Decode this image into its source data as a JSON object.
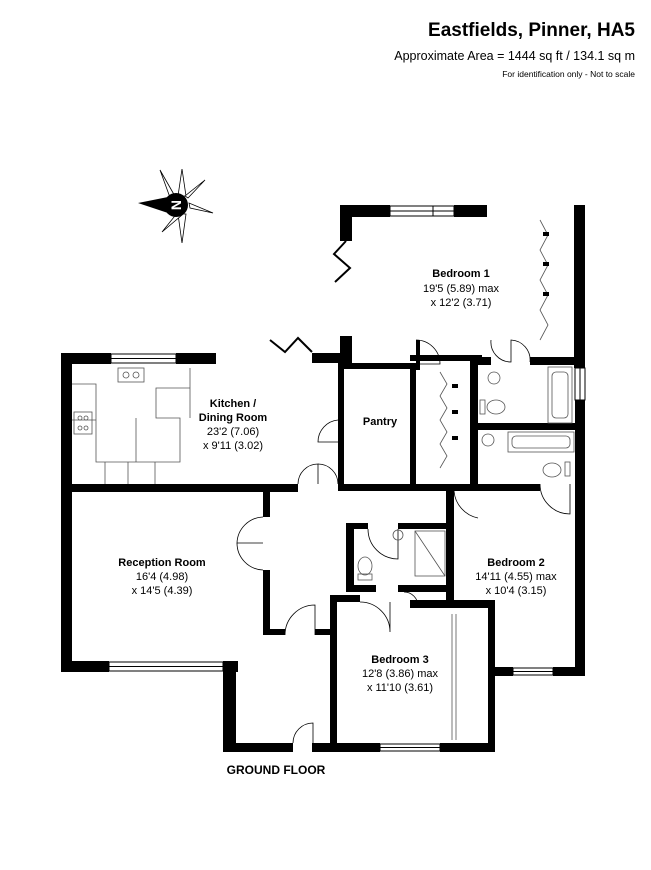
{
  "header": {
    "title": "Eastfields, Pinner, HA5",
    "area": "Approximate Area = 1444 sq ft / 134.1 sq m",
    "disclaimer": "For identification only - Not to scale"
  },
  "compass": {
    "letter": "N"
  },
  "rooms": {
    "bedroom1": {
      "name": "Bedroom 1",
      "dim1": "19'5 (5.89) max",
      "dim2": "x 12'2 (3.71)"
    },
    "kitchen": {
      "name1": "Kitchen /",
      "name2": "Dining Room",
      "dim1": "23'2 (7.06)",
      "dim2": "x 9'11 (3.02)"
    },
    "pantry": {
      "name": "Pantry"
    },
    "reception": {
      "name": "Reception Room",
      "dim1": "16'4 (4.98)",
      "dim2": "x 14'5 (4.39)"
    },
    "bedroom2": {
      "name": "Bedroom 2",
      "dim1": "14'11 (4.55) max",
      "dim2": "x 10'4 (3.15)"
    },
    "bedroom3": {
      "name": "Bedroom 3",
      "dim1": "12'8 (3.86) max",
      "dim2": "x 11'10 (3.61)"
    }
  },
  "floor_label": "GROUND FLOOR",
  "colors": {
    "wall": "#000000",
    "background": "#ffffff",
    "fixture": "#555555"
  }
}
